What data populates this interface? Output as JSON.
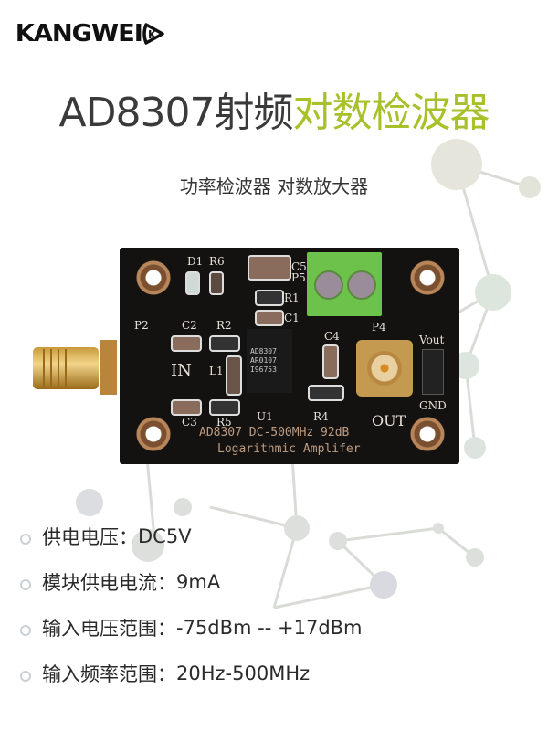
{
  "brand": {
    "logo_text": "KANGWEI",
    "logo_mark": "K"
  },
  "title": {
    "part_dark": "AD8307射频",
    "part_green": "对数检波器"
  },
  "subtitle": "功率检波器 对数放大器",
  "colors": {
    "title_dark": "#3a3a3a",
    "title_green": "#a8c02a",
    "pcb": "#141210",
    "terminal_green": "#6cc24a"
  },
  "board": {
    "labels": {
      "d1": "D1",
      "r6": "R6",
      "c5": "C5",
      "p5": "P5",
      "r1": "R1",
      "c1": "C1",
      "p2": "P2",
      "c2": "C2",
      "r2": "R2",
      "in": "IN",
      "l1": "L1",
      "c3": "C3",
      "r5": "R5",
      "u1": "U1",
      "c4": "C4",
      "r4": "R4",
      "p4": "P4",
      "out": "OUT",
      "vout": "Vout",
      "gnd": "GND"
    },
    "chip_lines": [
      "AD8307",
      "AR0107",
      "I96753"
    ],
    "silkscreen_line1": "AD8307 DC-500MHz 92dB",
    "silkscreen_line2": "Logarithmic Amplifer"
  },
  "specs": [
    {
      "label": "供电电压：",
      "value": "DC5V"
    },
    {
      "label": "模块供电电流：",
      "value": "9mA"
    },
    {
      "label": "输入电压范围：",
      "value": "-75dBm -- +17dBm"
    },
    {
      "label": "输入频率范围：",
      "value": "20Hz-500MHz"
    }
  ]
}
